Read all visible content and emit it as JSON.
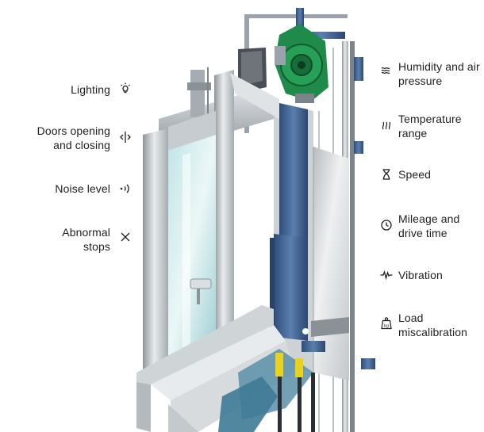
{
  "left_labels": [
    {
      "id": "lighting",
      "lines": [
        "Lighting"
      ],
      "icon": "bulb-icon"
    },
    {
      "id": "doors",
      "lines": [
        "Doors opening",
        "and closing"
      ],
      "icon": "doors-icon"
    },
    {
      "id": "noise",
      "lines": [
        "Noise level"
      ],
      "icon": "sound-icon"
    },
    {
      "id": "abnormal",
      "lines": [
        "Abnormal",
        "stops"
      ],
      "icon": "cross-icon"
    }
  ],
  "right_labels": [
    {
      "id": "humidity",
      "lines": [
        "Humidity and air",
        "pressure"
      ],
      "icon": "waves-icon"
    },
    {
      "id": "temperature",
      "lines": [
        "Temperature",
        "range"
      ],
      "icon": "heat-icon"
    },
    {
      "id": "speed",
      "lines": [
        "Speed"
      ],
      "icon": "hourglass-icon"
    },
    {
      "id": "mileage",
      "lines": [
        "Mileage and",
        "drive time"
      ],
      "icon": "clock-icon"
    },
    {
      "id": "vibration",
      "lines": [
        "Vibration"
      ],
      "icon": "pulse-icon"
    },
    {
      "id": "load",
      "lines": [
        "Load",
        "miscalibration"
      ],
      "icon": "weight-icon"
    }
  ],
  "illustration": {
    "weight_label": "kg"
  },
  "colors": {
    "text": "#1f1f1f",
    "frame": "#3f5f8c",
    "motor": "#1f8a4a",
    "accent": "#e8d21b",
    "glass": "#cfe9ea"
  }
}
